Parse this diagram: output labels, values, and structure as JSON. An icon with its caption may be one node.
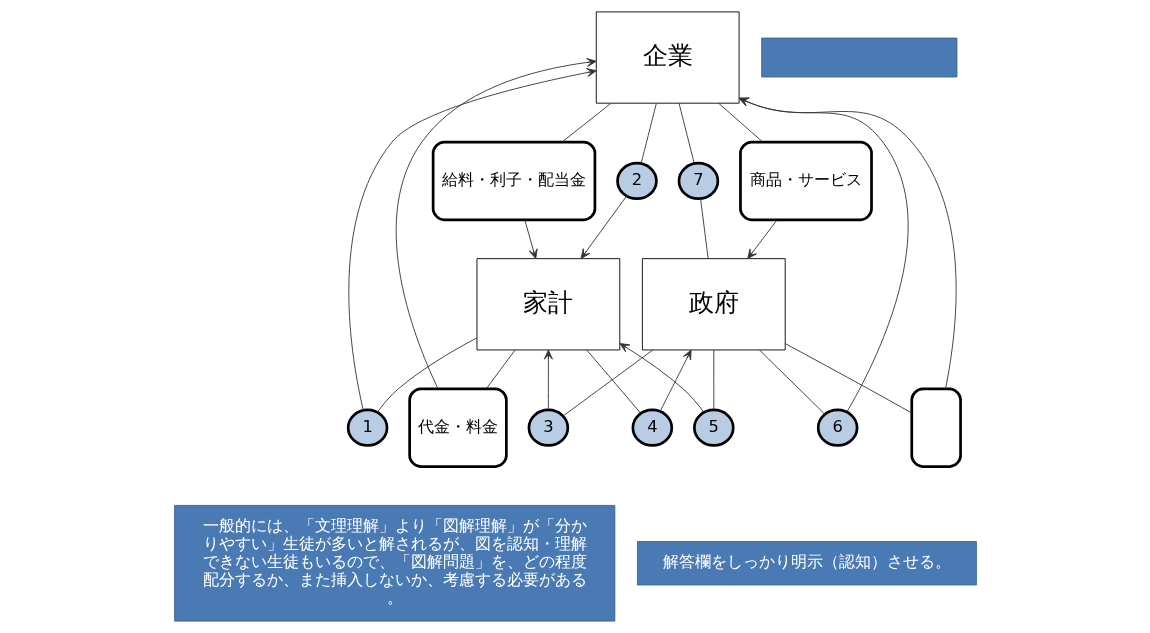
{
  "diagram": {
    "nodes": [
      {
        "text": [
          "企業"
        ]
      },
      {
        "text": [],
        "shape": "box"
      },
      {
        "text": [
          "給料・利子・配当金"
        ]
      },
      {
        "text": [
          "1"
        ]
      },
      {
        "text": [
          "2"
        ]
      },
      {
        "text": [
          "代金・料金"
        ]
      },
      {
        "text": [
          "6"
        ]
      },
      {
        "text": [
          "7"
        ]
      },
      {
        "text": [],
        "shape": "box"
      },
      {
        "text": [
          "商品・サービス"
        ]
      },
      {
        "text": [
          "一般的には、「文理理解」より「図解理解」が「分かりやすい」生徒が多いと解されるが、図を認知・理解できない生徒もいるので、「図解問題」を、どの程度配分するか、また挿入しないか、考慮する必要がある。"
        ]
      },
      {
        "text": [
          "家計"
        ]
      },
      {
        "text": [
          "政府"
        ]
      },
      {
        "text": [
          "3"
        ]
      },
      {
        "text": [
          "4"
        ]
      },
      {
        "text": [
          "5"
        ]
      },
      {
        "text": [
          "解答欄をしっかり明示（認知）させる。"
        ]
      }
    ],
    "edges": [
      {
        "from": 0,
        "to": 2,
        "arrow": "none"
      },
      {
        "from": 2,
        "to": 11,
        "arrow": "to"
      },
      {
        "from": 11,
        "to": 3,
        "arrow": "none"
      },
      {
        "from": 3,
        "to": 0,
        "arrow": "to"
      },
      {
        "from": 0,
        "to": 4,
        "arrow": "none"
      },
      {
        "from": 4,
        "to": 11,
        "arrow": "to"
      },
      {
        "from": 11,
        "to": 5,
        "arrow": "none"
      },
      {
        "from": 5,
        "to": 0,
        "arrow": "to"
      },
      {
        "from": 12,
        "to": 6,
        "arrow": "none"
      },
      {
        "from": 6,
        "to": 0,
        "arrow": "to"
      },
      {
        "from": 0,
        "to": 7,
        "arrow": "none"
      },
      {
        "from": 7,
        "to": 12,
        "arrow": "none"
      },
      {
        "from": 12,
        "to": 8,
        "arrow": "none"
      },
      {
        "from": 8,
        "to": 0,
        "arrow": "to"
      },
      {
        "from": 0,
        "to": 9,
        "arrow": "none"
      },
      {
        "from": 9,
        "to": 12,
        "arrow": "to"
      },
      {
        "from": 12,
        "to": 13,
        "arrow": "none"
      },
      {
        "from": 13,
        "to": 11,
        "arrow": "to"
      },
      {
        "from": 11,
        "to": 14,
        "arrow": "none"
      },
      {
        "from": 14,
        "to": 12,
        "arrow": "to"
      },
      {
        "from": 12,
        "to": 15,
        "arrow": "none"
      },
      {
        "from": 15,
        "to": 11,
        "arrow": "to"
      }
    ]
  }
}
